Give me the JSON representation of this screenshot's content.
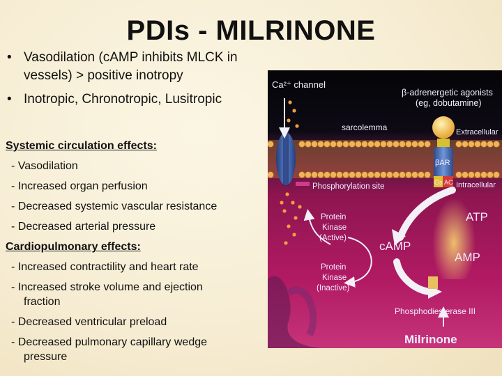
{
  "title": "PDIs - MILRINONE",
  "bullets": [
    {
      "line1": "Vasodilation (cAMP inhibits MLCK in",
      "line2": "vessels) > positive inotropy"
    },
    {
      "line1": "Inotropic,  Chronotropic, Lusitropic",
      "line2": ""
    }
  ],
  "systemic": {
    "heading": "Systemic circulation effects:",
    "items": [
      "-  Vasodilation",
      "-  Increased organ perfusion",
      "-  Decreased systemic vascular resistance",
      "-  Decreased arterial pressure"
    ]
  },
  "cardio": {
    "heading": "Cardiopulmonary effects:",
    "items": [
      {
        "text": "-  Increased contractility and heart rate",
        "cont": ""
      },
      {
        "text": "-  Increased stroke volume and ejection",
        "cont": "fraction"
      },
      {
        "text": "-  Decreased ventricular preload",
        "cont": ""
      },
      {
        "text": "-  Decreased pulmonary capillary wedge",
        "cont": "pressure"
      }
    ]
  },
  "diagram": {
    "ca_channel": "Ca²⁺ channel",
    "agonists_line1": "β-adrenergetic agonists",
    "agonists_line2": "(eg, dobutamine)",
    "sarcolemma": "sarcolemma",
    "extracellular": "Extracellular",
    "beta_ar": "βAR",
    "gs": "Gs",
    "ac": "AC",
    "intracellular": "Intracellular",
    "phosphorylation_site": "Phosphorylation site",
    "pk_active": [
      "Protein",
      "Kinase",
      "(Active)"
    ],
    "pk_inactive": [
      "Protein",
      "Kinase",
      "(Inactive)"
    ],
    "camp": "cAMP",
    "atp": "ATP",
    "amp": "AMP",
    "pde": "Phosphodiesterase III",
    "milrinone": "Milrinone"
  },
  "colors": {
    "figure_bg_top": "#07070b",
    "figure_bg_bottom": "#b31a66",
    "membrane": "#e8a540",
    "channel": "#3c5aa6",
    "receptor": "#d9c02a"
  }
}
